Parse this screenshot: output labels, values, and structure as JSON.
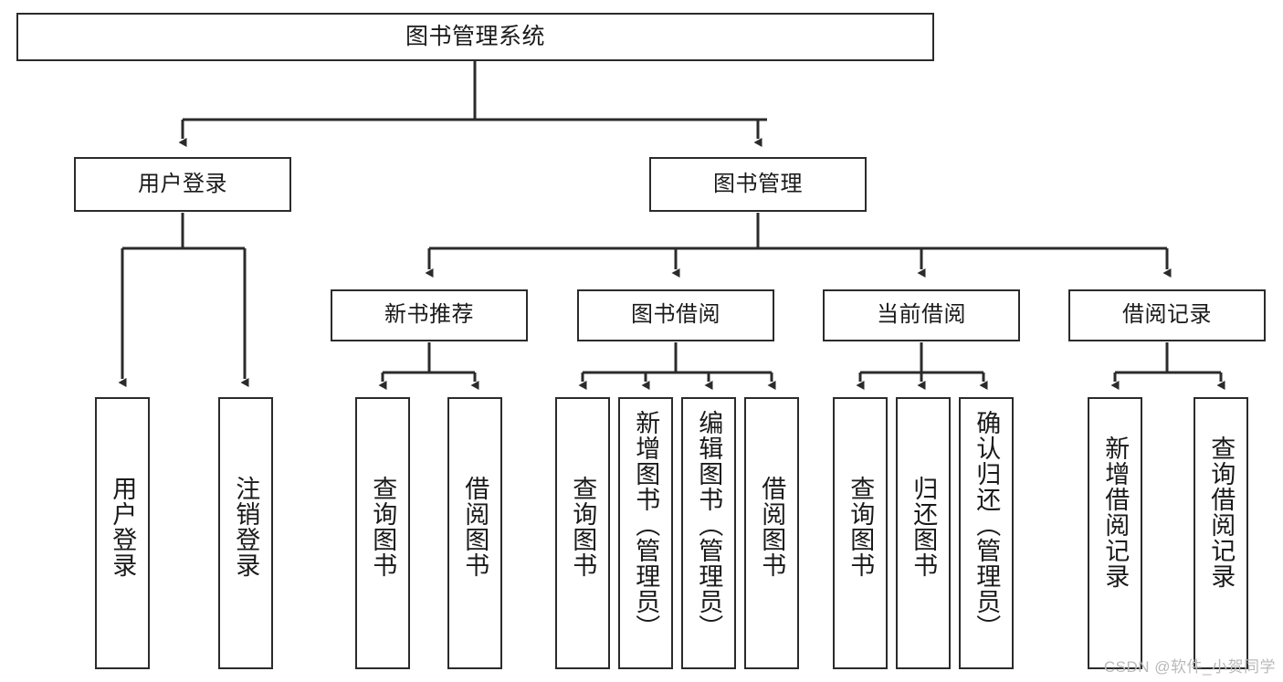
{
  "diagram": {
    "title": "图书管理系统",
    "type": "tree-hierarchy-diagram",
    "colors": {
      "box_border": "#2b2b2b",
      "box_fill": "#ffffff",
      "edge": "#2b2b2b",
      "text": "#1a1a1a",
      "watermark": "#b9b9b9",
      "background": "#ffffff"
    },
    "watermark": "CSDN @软件_小贺同学"
  },
  "nodes": {
    "root": {
      "label": "图书管理系统"
    },
    "level2": [
      {
        "id": "user-login",
        "label": "用户登录"
      },
      {
        "id": "book-management",
        "label": "图书管理"
      }
    ],
    "level3": [
      {
        "id": "new-book-recommend",
        "label": "新书推荐"
      },
      {
        "id": "book-borrow",
        "label": "图书借阅"
      },
      {
        "id": "current-borrow",
        "label": "当前借阅"
      },
      {
        "id": "borrow-record",
        "label": "借阅记录"
      }
    ],
    "leaves": {
      "user_login": [
        {
          "id": "leaf-user-login",
          "label": "用户登录"
        },
        {
          "id": "leaf-logout-login",
          "label": "注销登录"
        }
      ],
      "new_book_recommend": [
        {
          "id": "leaf-query-book-1",
          "label": "查询图书"
        },
        {
          "id": "leaf-borrow-book-1",
          "label": "借阅图书"
        }
      ],
      "book_borrow": [
        {
          "id": "leaf-query-book-2",
          "label": "查询图书"
        },
        {
          "id": "leaf-add-book",
          "label": "新增图书（管理员）"
        },
        {
          "id": "leaf-edit-book",
          "label": "编辑图书（管理员）"
        },
        {
          "id": "leaf-borrow-book-2",
          "label": "借阅图书"
        }
      ],
      "current_borrow": [
        {
          "id": "leaf-query-book-3",
          "label": "查询图书"
        },
        {
          "id": "leaf-return-book",
          "label": "归还图书"
        },
        {
          "id": "leaf-confirm-return",
          "label": "确认归还（管理员）"
        }
      ],
      "borrow_record": [
        {
          "id": "leaf-add-record",
          "label": "新增借阅记录"
        },
        {
          "id": "leaf-query-record",
          "label": "查询借阅记录"
        }
      ]
    }
  }
}
